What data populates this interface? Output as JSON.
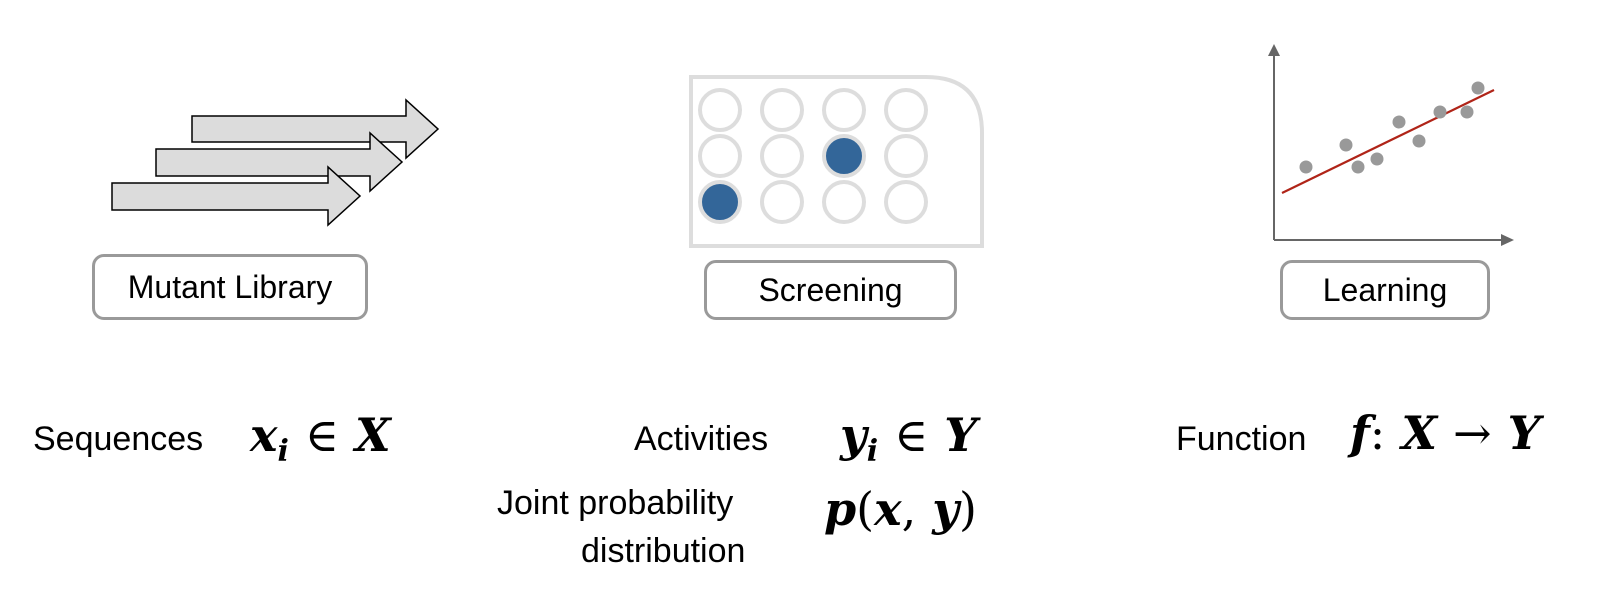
{
  "stages": [
    {
      "id": "library",
      "title": "Mutant Library",
      "icon": "stacked-arrows-icon",
      "label": "Sequences",
      "math": {
        "var": "x",
        "sub": "i",
        "rel": "∈",
        "set": "X"
      }
    },
    {
      "id": "screening",
      "title": "Screening",
      "icon": "well-plate-icon",
      "label": "Activities",
      "math": {
        "var": "y",
        "sub": "i",
        "rel": "∈",
        "set": "Y"
      },
      "extra_label_line1": "Joint probability",
      "extra_label_line2": "distribution",
      "extra_math": {
        "fn": "p",
        "open": "(",
        "a": "x",
        "comma": ",",
        "b": "y",
        "close": ")"
      },
      "plate": {
        "rows": 3,
        "cols": 4,
        "filled_wells": [
          "row 2 col 3",
          "row 3 col 1"
        ],
        "fill_color": "#336699"
      }
    },
    {
      "id": "learning",
      "title": "Learning",
      "icon": "scatter-regression-icon",
      "label": "Function",
      "math": {
        "f": "f",
        "colon": ":",
        "from": "X",
        "arrow": "→",
        "to": "Y"
      },
      "plot": {
        "point_color": "#999999",
        "line_color": "#b02418"
      }
    }
  ],
  "colors": {
    "box_border": "#9a9a9a",
    "arrow_fill": "#dcdcdc",
    "well_border": "#dddddd",
    "filled_well": "#336699",
    "fit_line": "#b02418",
    "axis": "#666666"
  }
}
